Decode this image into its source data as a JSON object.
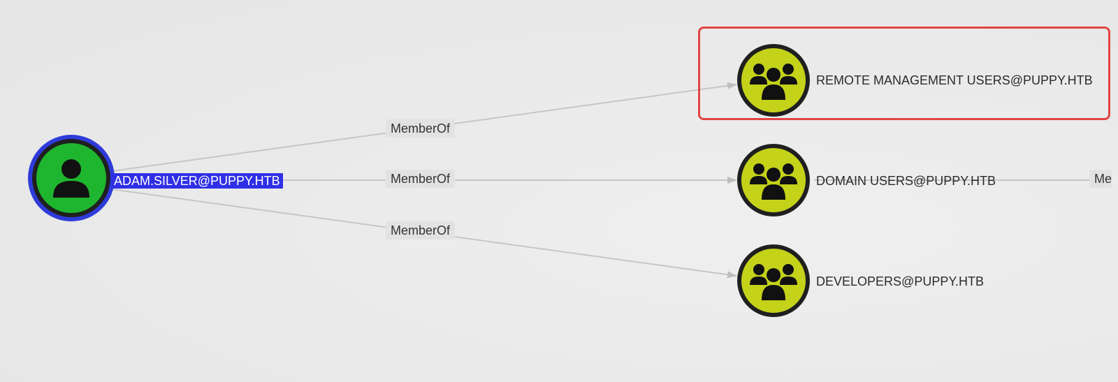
{
  "graph": {
    "source_node": {
      "label": "ADAM.SILVER@PUPPY.HTB",
      "type": "user",
      "icon": "user-icon",
      "fill_color": "#1eb62e",
      "selection_color": "#2f3bd9"
    },
    "group_nodes": [
      {
        "label": "REMOTE MANAGEMENT USERS@PUPPY.HTB",
        "type": "group",
        "icon": "group-icon",
        "highlighted": true
      },
      {
        "label": "DOMAIN USERS@PUPPY.HTB",
        "type": "group",
        "icon": "group-icon",
        "highlighted": false
      },
      {
        "label": "DEVELOPERS@PUPPY.HTB",
        "type": "group",
        "icon": "group-icon",
        "highlighted": false
      }
    ],
    "group_fill_color": "#c4d21a",
    "highlight_color": "#e04545",
    "edges": [
      {
        "label": "MemberOf",
        "from": "ADAM.SILVER@PUPPY.HTB",
        "to": "REMOTE MANAGEMENT USERS@PUPPY.HTB"
      },
      {
        "label": "MemberOf",
        "from": "ADAM.SILVER@PUPPY.HTB",
        "to": "DOMAIN USERS@PUPPY.HTB"
      },
      {
        "label": "MemberOf",
        "from": "ADAM.SILVER@PUPPY.HTB",
        "to": "DEVELOPERS@PUPPY.HTB"
      }
    ],
    "offscreen_edge_label": "Me"
  }
}
